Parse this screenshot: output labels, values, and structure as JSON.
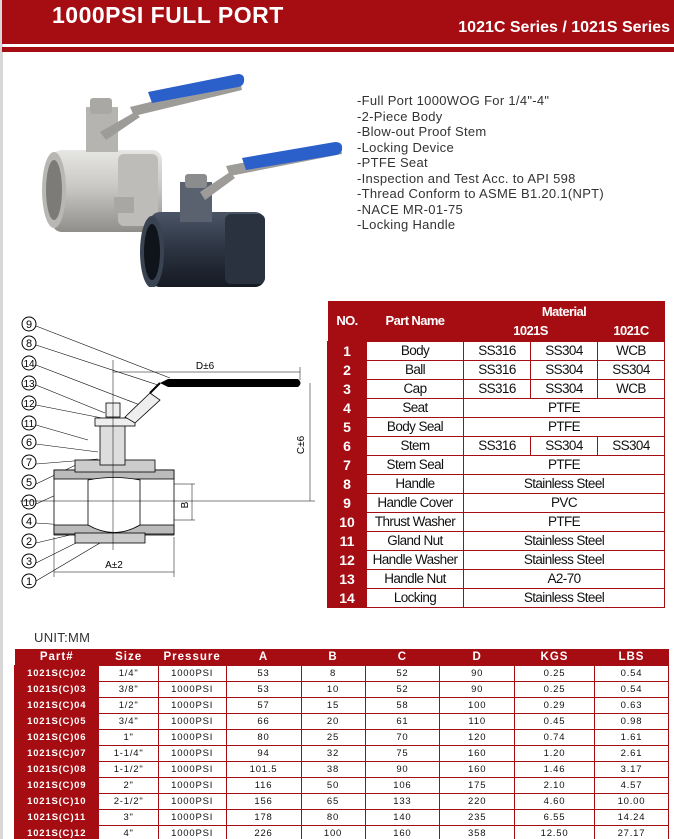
{
  "header": {
    "title": "1000PSI FULL PORT",
    "series": "1021C Series /  1021S Series"
  },
  "features": [
    "-Full Port 1000WOG For 1/4\"-4\"",
    "-2-Piece    Body",
    "-Blow-out  Proof  Stem",
    "-Locking Device",
    "-PTFE Seat",
    "-Inspection and Test Acc. to API 598",
    "-Thread Conform to ASME B1.20.1(NPT)",
    "-NACE MR-01-75",
    "-Locking Handle"
  ],
  "drawing": {
    "callouts": [
      "9",
      "8",
      "14",
      "13",
      "12",
      "11",
      "6",
      "7",
      "5",
      "10",
      "4",
      "2",
      "3",
      "1"
    ],
    "dim_d": "D±6",
    "dim_c": "C±6",
    "dim_b": "B",
    "dim_a": "A±2"
  },
  "parts_table": {
    "headers": {
      "no": "NO.",
      "part_name": "Part Name",
      "material": "Material",
      "series_s": "1021S",
      "series_c": "1021C"
    },
    "rows": [
      {
        "no": "1",
        "name": "Body",
        "s316": "SS316",
        "s304": "SS304",
        "c": "WCB"
      },
      {
        "no": "2",
        "name": "Ball",
        "s316": "SS316",
        "s304": "SS304",
        "c": "SS304"
      },
      {
        "no": "3",
        "name": "Cap",
        "s316": "SS316",
        "s304": "SS304",
        "c": "WCB"
      },
      {
        "no": "4",
        "name": "Seat",
        "all": "PTFE"
      },
      {
        "no": "5",
        "name": "Body Seal",
        "all": "PTFE"
      },
      {
        "no": "6",
        "name": "Stem",
        "s316": "SS316",
        "s304": "SS304",
        "c": "SS304"
      },
      {
        "no": "7",
        "name": "Stem Seal",
        "all": "PTFE"
      },
      {
        "no": "8",
        "name": "Handle",
        "all": "Stainless Steel"
      },
      {
        "no": "9",
        "name": "Handle Cover",
        "all": "PVC"
      },
      {
        "no": "10",
        "name": "Thrust Washer",
        "all": "PTFE"
      },
      {
        "no": "11",
        "name": "Gland Nut",
        "all": "Stainless Steel"
      },
      {
        "no": "12",
        "name": "Handle Washer",
        "all": "Stainless Steel"
      },
      {
        "no": "13",
        "name": "Handle Nut",
        "all": "A2-70"
      },
      {
        "no": "14",
        "name": "Locking",
        "all": "Stainless Steel"
      }
    ]
  },
  "unit_label": "UNIT:MM",
  "dims_table": {
    "headers": [
      "Part#",
      "Size",
      "Pressure",
      "A",
      "B",
      "C",
      "D",
      "KGS",
      "LBS"
    ],
    "rows": [
      [
        "1021S(C)02",
        "1/4\"",
        "1000PSI",
        "53",
        "8",
        "52",
        "90",
        "0.25",
        "0.54"
      ],
      [
        "1021S(C)03",
        "3/8\"",
        "1000PSI",
        "53",
        "10",
        "52",
        "90",
        "0.25",
        "0.54"
      ],
      [
        "1021S(C)04",
        "1/2\"",
        "1000PSI",
        "57",
        "15",
        "58",
        "100",
        "0.29",
        "0.63"
      ],
      [
        "1021S(C)05",
        "3/4\"",
        "1000PSI",
        "66",
        "20",
        "61",
        "110",
        "0.45",
        "0.98"
      ],
      [
        "1021S(C)06",
        "1\"",
        "1000PSI",
        "80",
        "25",
        "70",
        "120",
        "0.74",
        "1.61"
      ],
      [
        "1021S(C)07",
        "1-1/4\"",
        "1000PSI",
        "94",
        "32",
        "75",
        "160",
        "1.20",
        "2.61"
      ],
      [
        "1021S(C)08",
        "1-1/2\"",
        "1000PSI",
        "101.5",
        "38",
        "90",
        "160",
        "1.46",
        "3.17"
      ],
      [
        "1021S(C)09",
        "2\"",
        "1000PSI",
        "116",
        "50",
        "106",
        "175",
        "2.10",
        "4.57"
      ],
      [
        "1021S(C)10",
        "2-1/2\"",
        "1000PSI",
        "156",
        "65",
        "133",
        "220",
        "4.60",
        "10.00"
      ],
      [
        "1021S(C)11",
        "3\"",
        "1000PSI",
        "178",
        "80",
        "140",
        "235",
        "6.55",
        "14.24"
      ],
      [
        "1021S(C)12",
        "4\"",
        "1000PSI",
        "226",
        "100",
        "160",
        "358",
        "12.50",
        "27.17"
      ]
    ]
  },
  "colors": {
    "brand_red": "#a50d13",
    "handle_blue": "#2b5fc9"
  }
}
